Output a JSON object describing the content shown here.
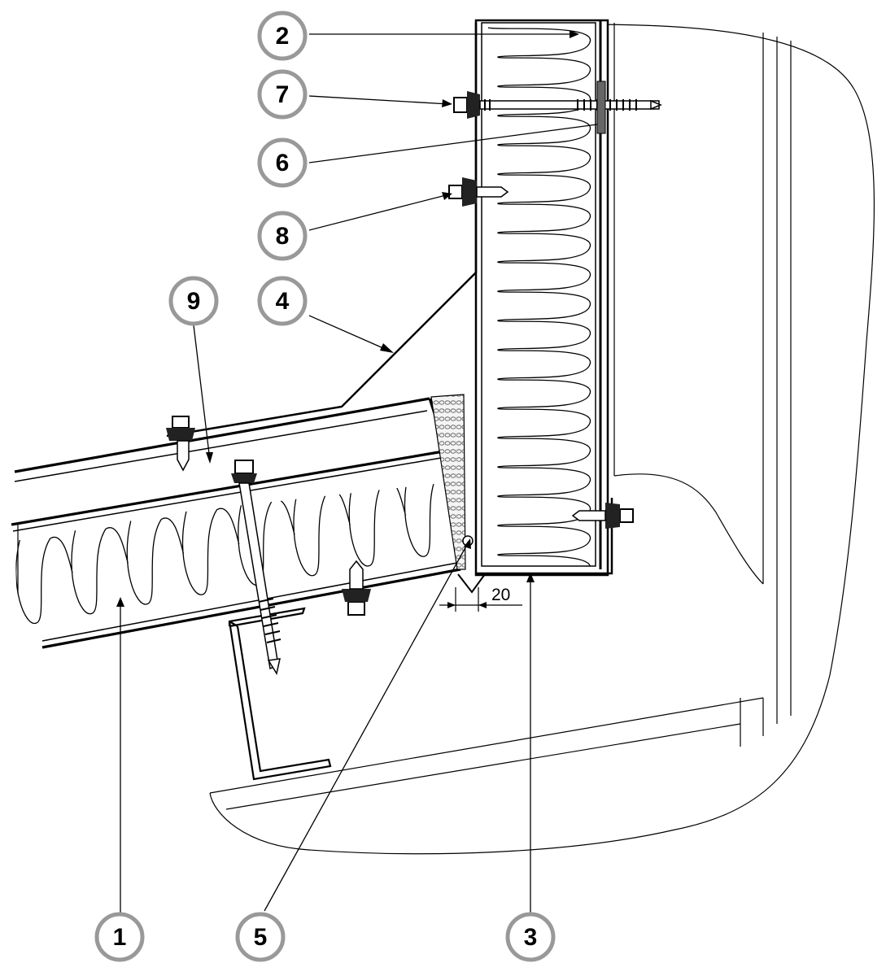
{
  "diagram": {
    "callouts": [
      {
        "id": "c2",
        "label": "2"
      },
      {
        "id": "c7",
        "label": "7"
      },
      {
        "id": "c6",
        "label": "6"
      },
      {
        "id": "c8",
        "label": "8"
      },
      {
        "id": "c9",
        "label": "9"
      },
      {
        "id": "c4",
        "label": "4"
      },
      {
        "id": "c1",
        "label": "1"
      },
      {
        "id": "c5",
        "label": "5"
      },
      {
        "id": "c3",
        "label": "3"
      }
    ],
    "dimension": {
      "value": "20"
    },
    "colors": {
      "line": "#000000",
      "callout_ring": "#999999",
      "insulation_fill": "#ffffff",
      "filler": "#e8e8e8",
      "background": "#ffffff"
    }
  }
}
